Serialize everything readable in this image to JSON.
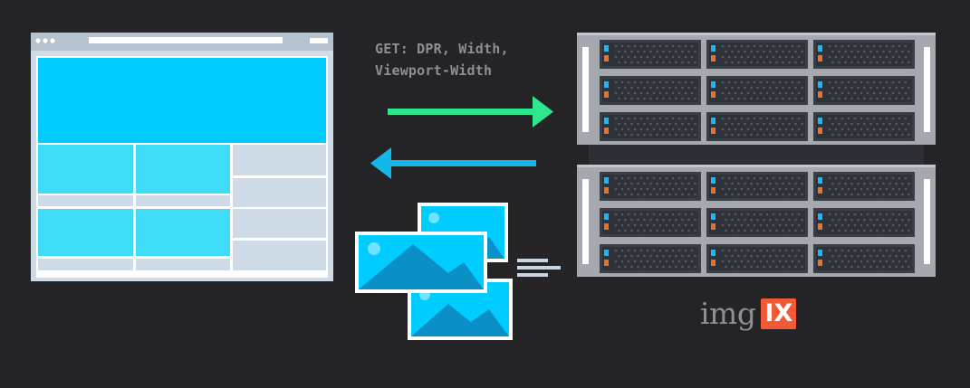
{
  "request": {
    "line1": "GET: DPR, Width,",
    "line2": "Viewport-Width"
  },
  "brand": {
    "text": "img",
    "badge": "IX"
  },
  "colors": {
    "background": "#242326",
    "browser_accent": "#00ccff",
    "request_arrow": "#2ee68c",
    "response_arrow": "#15b7ea",
    "server_body": "#a5a8ae",
    "brand_badge": "#f25a36"
  },
  "icons": [
    "browser-window",
    "request-arrow",
    "response-arrow",
    "image-stack",
    "server-rack"
  ]
}
